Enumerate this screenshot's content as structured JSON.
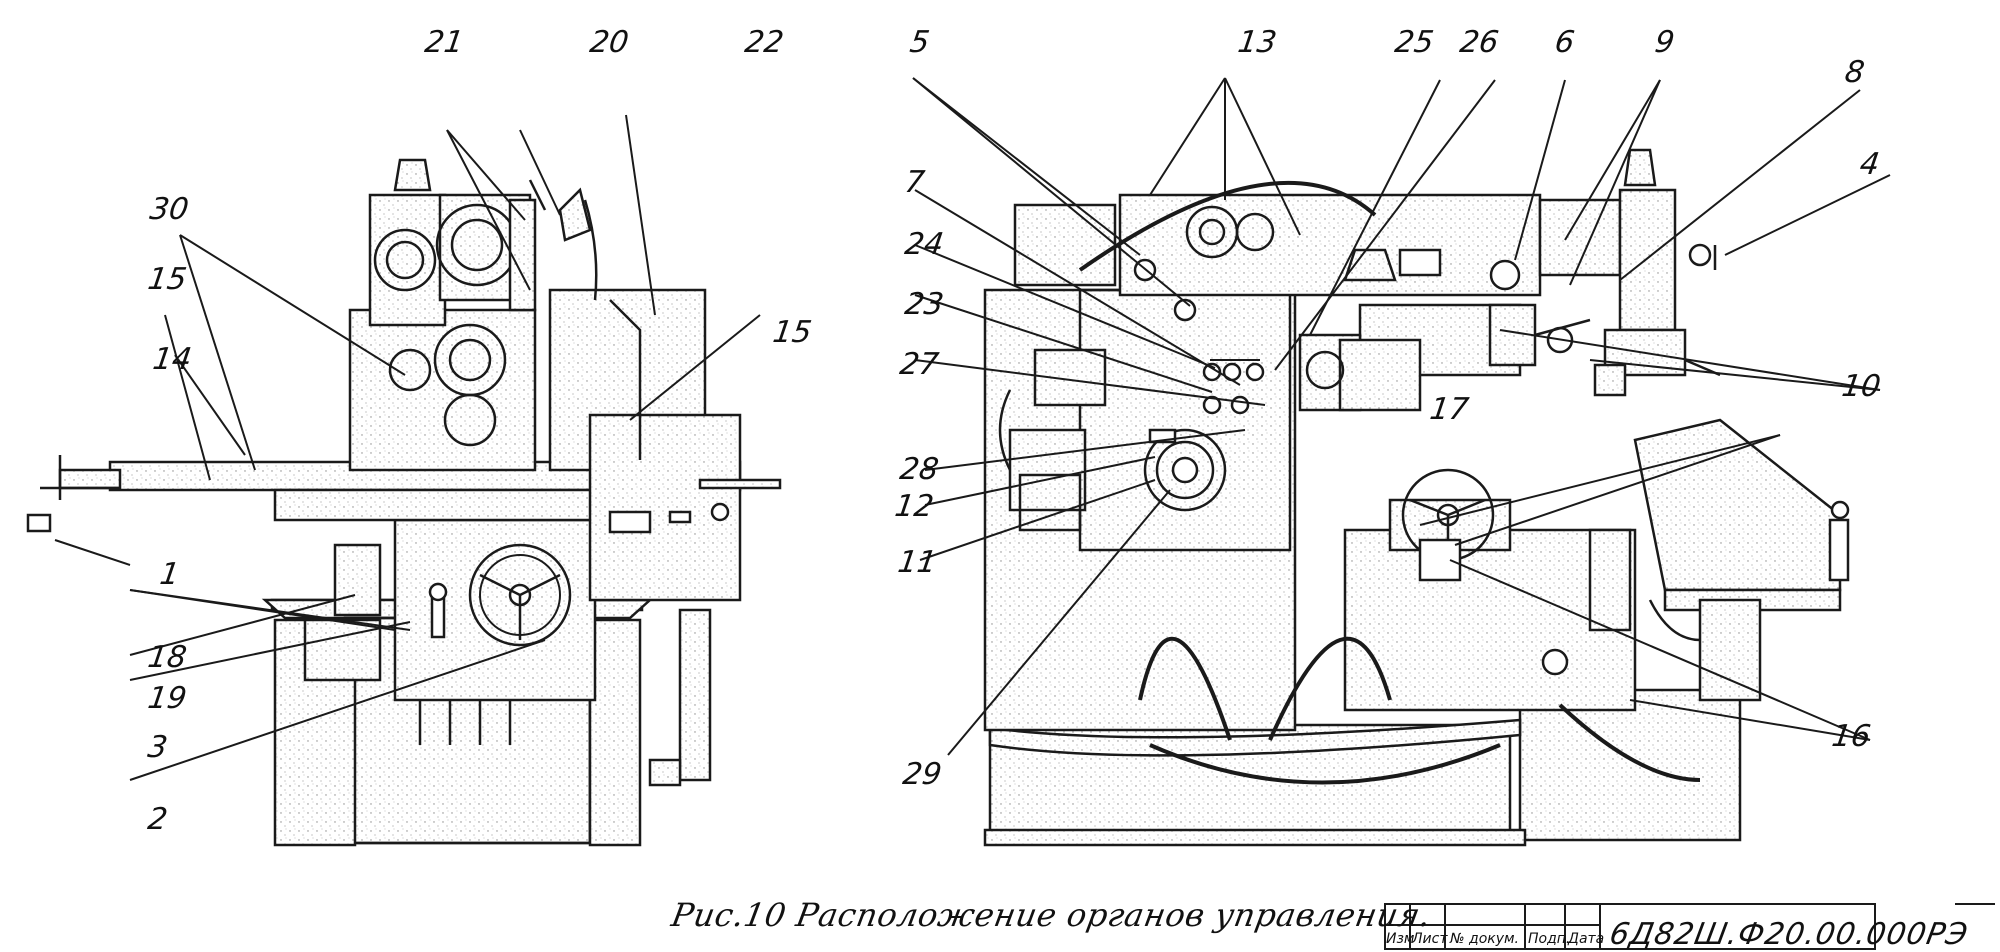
{
  "caption": "Рис.10  Расположение органов управления.",
  "title_block": {
    "code": "6Д82Ш.Ф20.00.000РЭ",
    "header_labels": [
      "Изм",
      "Лист",
      "№ докум.",
      "Подп.",
      "Дата"
    ]
  },
  "callouts": {
    "c1": "1",
    "c2": "2",
    "c3": "3",
    "c4": "4",
    "c5": "5",
    "c6": "6",
    "c7": "7",
    "c8": "8",
    "c9": "9",
    "c10": "10",
    "c11": "11",
    "c12": "12",
    "c13": "13",
    "c14": "14",
    "c15a": "15",
    "c15b": "15",
    "c16": "16",
    "c17": "17",
    "c18": "18",
    "c19": "19",
    "c20": "20",
    "c21": "21",
    "c22": "22",
    "c23": "23",
    "c24": "24",
    "c25": "25",
    "c26": "26",
    "c27": "27",
    "c28": "28",
    "c29": "29",
    "c30": "30"
  },
  "colors": {
    "ink": "#1a1a1a",
    "hatch": "#9a9a9a",
    "paper": "#ffffff"
  }
}
